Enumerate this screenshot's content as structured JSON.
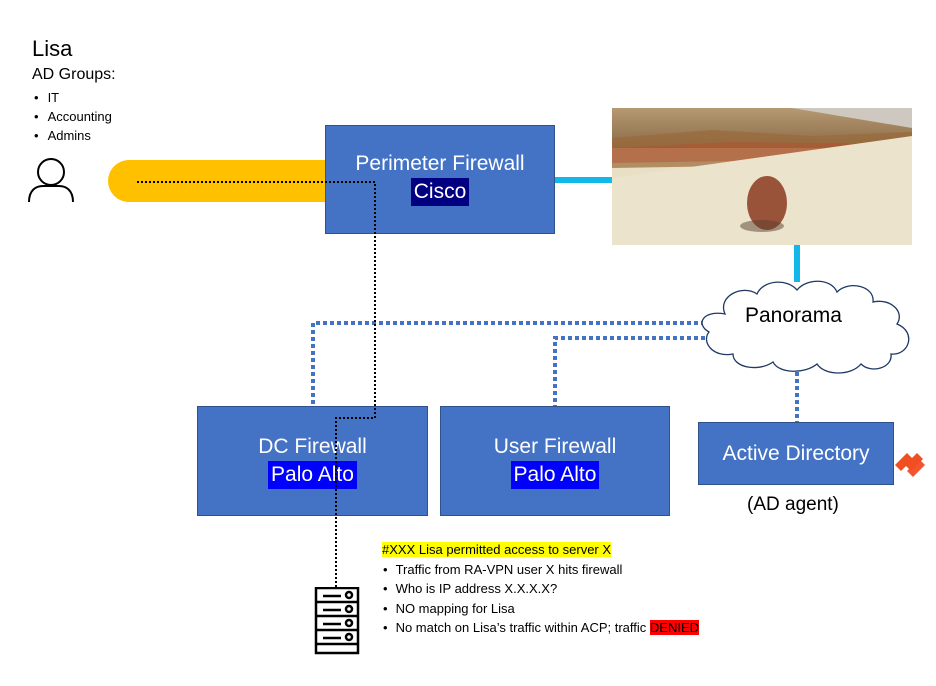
{
  "user": {
    "name": "Lisa",
    "groups_label": "AD Groups:",
    "groups": [
      "IT",
      "Accounting",
      "Admins"
    ]
  },
  "nodes": {
    "perimeter": {
      "title": "Perimeter Firewall",
      "vendor": "Cisco"
    },
    "dc": {
      "title": "DC Firewall",
      "vendor": "Palo Alto"
    },
    "user_fw": {
      "title": "User Firewall",
      "vendor": "Palo Alto"
    },
    "panorama": {
      "title": "Panorama"
    },
    "ad": {
      "title": "Active Directory",
      "caption": "(AD agent)"
    }
  },
  "notes": {
    "heading": "#XXX Lisa permitted access to server X",
    "items": [
      "Traffic from RA-VPN user X hits firewall",
      "Who is IP address X.X.X.X?",
      "NO mapping for Lisa",
      "No match on Lisa’s traffic within ACP; traffic "
    ],
    "status": "DENIED"
  },
  "image": {
    "description": "tumbleweed on empty desert road"
  },
  "colors": {
    "box_fill": "#4472c4",
    "vpn_tunnel": "#ffc000",
    "solid_link": "#12b8ea",
    "mgmt_link": "#4472c4",
    "traffic_path": "#000000",
    "highlight": "#ffff00",
    "denied": "#ff0000",
    "palo_alto_logo": "#f04e23"
  }
}
